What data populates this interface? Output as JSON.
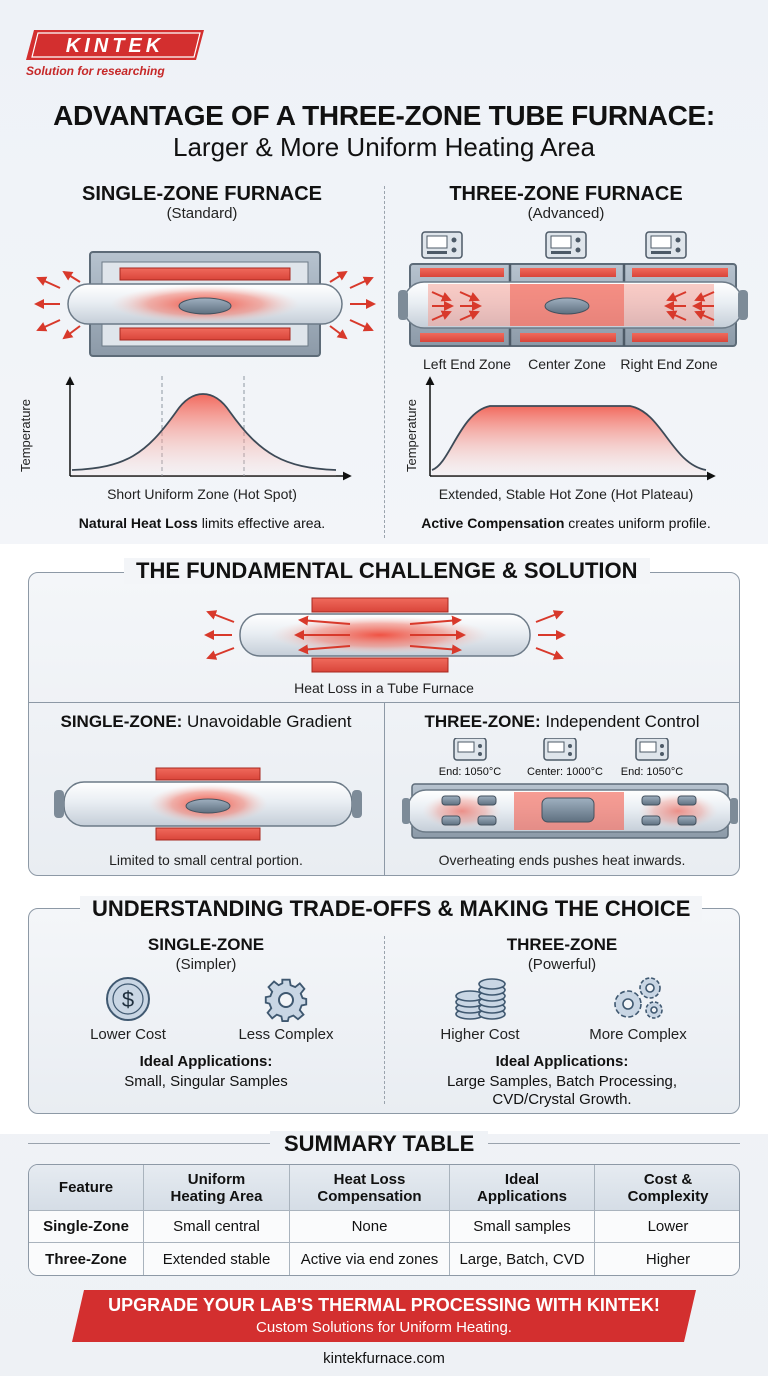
{
  "brand": {
    "name": "KINTEK",
    "tagline": "Solution for researching",
    "red": "#d32f2f"
  },
  "header": {
    "title_line1": "ADVANTAGE OF A THREE-ZONE TUBE FURNACE:",
    "title_line2": "Larger & More Uniform Heating Area"
  },
  "comparison": {
    "single": {
      "title": "SINGLE-ZONE FURNACE",
      "subtitle": "(Standard)",
      "axis_y": "Temperature",
      "graph_caption": "Short Uniform Zone (Hot Spot)",
      "note_bold": "Natural Heat Loss",
      "note_rest": " limits effective area."
    },
    "three": {
      "title": "THREE-ZONE FURNACE",
      "subtitle": "(Advanced)",
      "zones": [
        "Left End Zone",
        "Center Zone",
        "Right End Zone"
      ],
      "axis_y": "Temperature",
      "graph_caption": "Extended, Stable Hot Zone (Hot Plateau)",
      "note_bold": "Active Compensation",
      "note_rest": " creates uniform profile."
    }
  },
  "challenge": {
    "title": "THE FUNDAMENTAL CHALLENGE & SOLUTION",
    "heat_loss_caption": "Heat Loss in a Tube Furnace",
    "single_title_bold": "SINGLE-ZONE:",
    "single_title_rest": " Unavoidable Gradient",
    "single_caption": "Limited to small central portion.",
    "three_title_bold": "THREE-ZONE:",
    "three_title_rest": " Independent Control",
    "controllers": [
      "End: 1050°C",
      "Center: 1000°C",
      "End: 1050°C"
    ],
    "three_caption": "Overheating ends pushes heat inwards."
  },
  "tradeoffs": {
    "title": "UNDERSTANDING TRADE-OFFS & MAKING THE CHOICE",
    "single": {
      "title": "SINGLE-ZONE",
      "subtitle": "(Simpler)",
      "pros": [
        "Lower Cost",
        "Less Complex"
      ],
      "apps_title": "Ideal Applications:",
      "apps": "Small, Singular Samples"
    },
    "three": {
      "title": "THREE-ZONE",
      "subtitle": "(Powerful)",
      "cons": [
        "Higher Cost",
        "More Complex"
      ],
      "apps_title": "Ideal Applications:",
      "apps_line1": "Large Samples, Batch Processing,",
      "apps_line2": "CVD/Crystal Growth."
    }
  },
  "summary": {
    "title": "SUMMARY TABLE",
    "headers": [
      "Feature",
      "Uniform Heating Area",
      "Heat Loss Compensation",
      "Ideal Applications",
      "Cost & Complexity"
    ],
    "header_lines": [
      [
        "Feature"
      ],
      [
        "Uniform",
        "Heating Area"
      ],
      [
        "Heat Loss",
        "Compensation"
      ],
      [
        "Ideal",
        "Applications"
      ],
      [
        "Cost &",
        "Complexity"
      ]
    ],
    "rows": [
      [
        "Single-Zone",
        "Small central",
        "None",
        "Small samples",
        "Lower"
      ],
      [
        "Three-Zone",
        "Extended stable",
        "Active via end zones",
        "Large, Batch, CVD",
        "Higher"
      ]
    ]
  },
  "cta": {
    "line1": "UPGRADE YOUR LAB'S THERMAL PROCESSING WITH KINTEK!",
    "line2": "Custom Solutions for Uniform Heating."
  },
  "footer": {
    "website": "kintekfurnace.com"
  }
}
